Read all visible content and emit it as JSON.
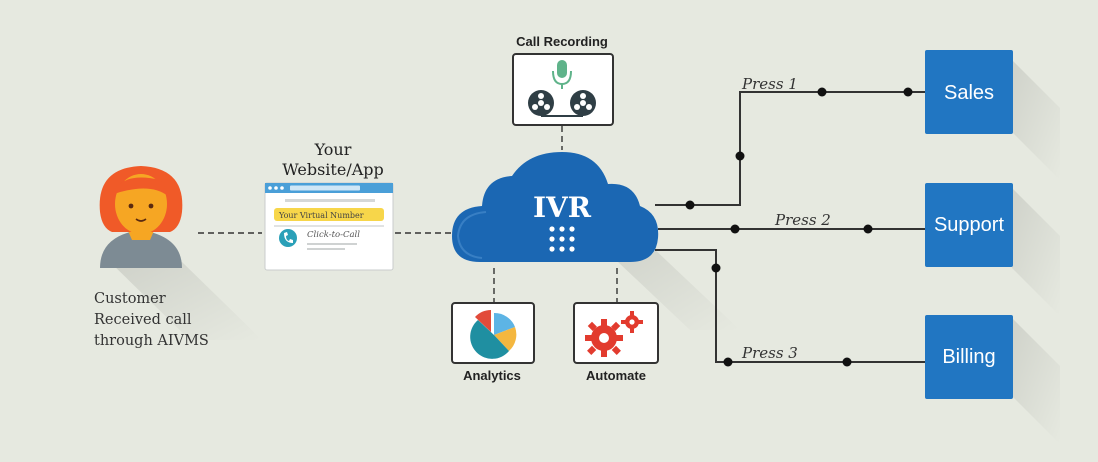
{
  "colors": {
    "background": "#e6e9e0",
    "cloud_blue": "#1b67b3",
    "box_blue": "#2176c2",
    "line": "#333333",
    "person_hair": "#f05a28",
    "person_skin": "#f6a623",
    "person_body": "#7d8b94",
    "gear_red": "#e23b2e",
    "pie_teal": "#1f8fa1",
    "pie_blue": "#5db4e5",
    "pie_yellow": "#f4b73f",
    "pie_red": "#e24b3a",
    "highlight_yellow": "#f7d64a"
  },
  "labels": {
    "customer": [
      "Customer",
      "Received call",
      "through AIVMS"
    ],
    "website": [
      "Your",
      "Website/App"
    ],
    "virtual_number": "Your Virtual Number",
    "click_to_call": "Click-to-Call",
    "call_recording": "Call Recording",
    "ivr": "IVR",
    "analytics": "Analytics",
    "automate": "Automate",
    "press1": "Press 1",
    "press2": "Press 2",
    "press3": "Press 3",
    "sales": "Sales",
    "support": "Support",
    "billing": "Billing"
  },
  "icons": {
    "customer": "person-icon",
    "website": "browser-window-icon",
    "phone": "phone-icon",
    "recording": "tape-recorder-icon",
    "microphone": "microphone-icon",
    "keypad": "keypad-icon",
    "analytics": "pie-chart-icon",
    "automate": "gears-icon"
  }
}
